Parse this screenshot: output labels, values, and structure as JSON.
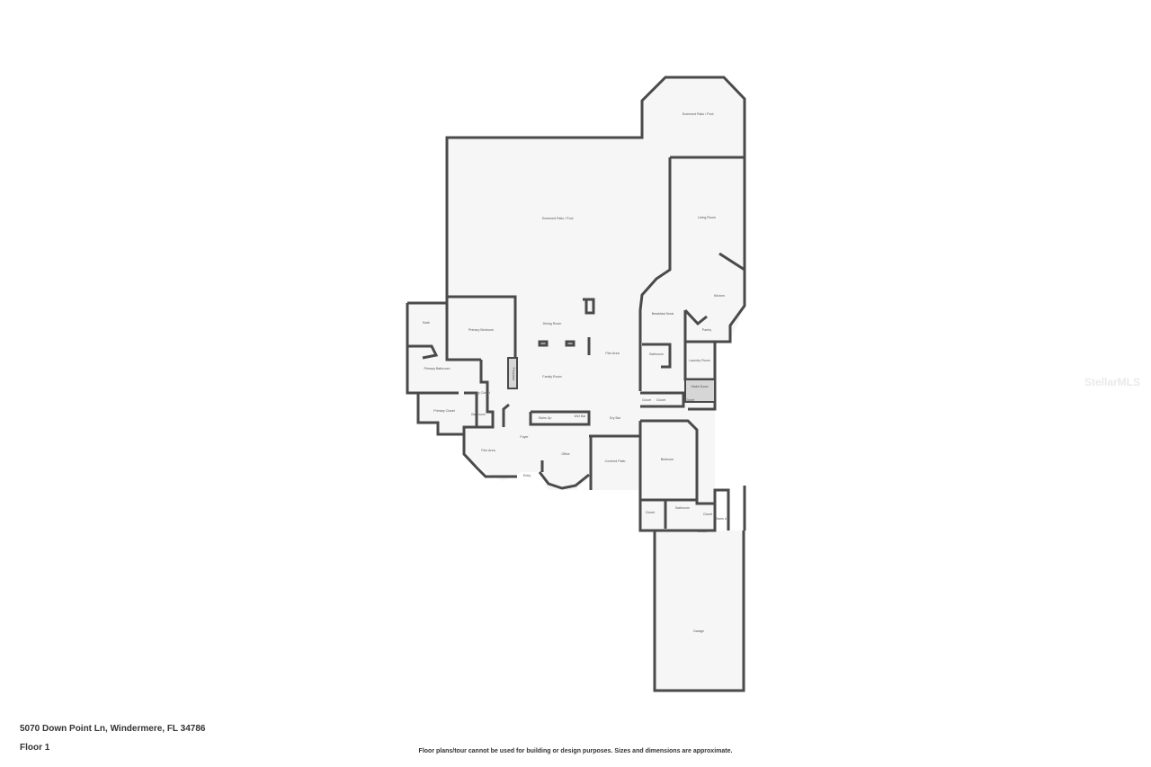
{
  "listing": {
    "address": "5070 Down Point Ln, Windermere, FL 34786",
    "floor": "Floor 1",
    "disclaimer": "Floor plans/tour cannot be used for building or design purposes. Sizes and dimensions are approximate.",
    "watermark": "StellarMLS"
  },
  "rooms": [
    {
      "name": "Screened Patio / Pool"
    },
    {
      "name": "Screened Patio / Pool"
    },
    {
      "name": "Living Room"
    },
    {
      "name": "Kitchen"
    },
    {
      "name": "Pantry"
    },
    {
      "name": "Breakfast Nook"
    },
    {
      "name": "Laundry Room"
    },
    {
      "name": "Bathroom"
    },
    {
      "name": "Flex Area"
    },
    {
      "name": "Dining Room"
    },
    {
      "name": "Family Room"
    },
    {
      "name": "Primary Bedroom"
    },
    {
      "name": "Bath"
    },
    {
      "name": "Primary Bathroom"
    },
    {
      "name": "Primary Closet"
    },
    {
      "name": "Primary Closet"
    },
    {
      "name": "Bathroom"
    },
    {
      "name": "Foyer"
    },
    {
      "name": "Flex Area"
    },
    {
      "name": "Office"
    },
    {
      "name": "Entry"
    },
    {
      "name": "Covered Patio"
    },
    {
      "name": "Dry Bar"
    },
    {
      "name": "Wet Bar"
    },
    {
      "name": "Stairs Up"
    },
    {
      "name": "Bedroom"
    },
    {
      "name": "Closet"
    },
    {
      "name": "Bathroom"
    },
    {
      "name": "Closet"
    },
    {
      "name": "Stairs Up"
    },
    {
      "name": "Closet"
    },
    {
      "name": "Closet"
    },
    {
      "name": "Closet"
    },
    {
      "name": "Closet"
    },
    {
      "name": "Stairs Down"
    },
    {
      "name": "Garage"
    },
    {
      "name": "Fireplace"
    }
  ]
}
